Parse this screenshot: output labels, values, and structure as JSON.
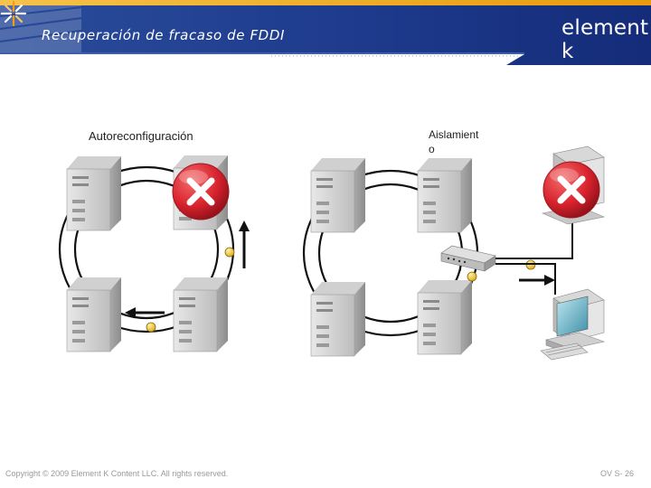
{
  "header": {
    "title": "Recuperación de fracaso de FDDI",
    "logo": {
      "name": "element k",
      "icon": "starburst-logo-icon",
      "accent": "#f39c12"
    },
    "colors": {
      "banner": "#1e3a8a",
      "stripe": "#f0a500"
    }
  },
  "diagram": {
    "left_label": "Autoreconfiguración",
    "right_label": "Aislamiento",
    "icons": {
      "server": "server-tower-icon",
      "failure": "red-x-failure-icon",
      "concentrator": "concentrator-icon",
      "workstation": "workstation-icon",
      "node": "ring-node-icon",
      "arrow": "direction-arrow-icon"
    },
    "colors": {
      "failure": "#d9232e",
      "node": "#f2c12e",
      "ring": "#111111"
    }
  },
  "footer": {
    "copyright": "Copyright © 2009 Element K Content LLC. All rights reserved.",
    "slide_number": "OV S- 26"
  }
}
